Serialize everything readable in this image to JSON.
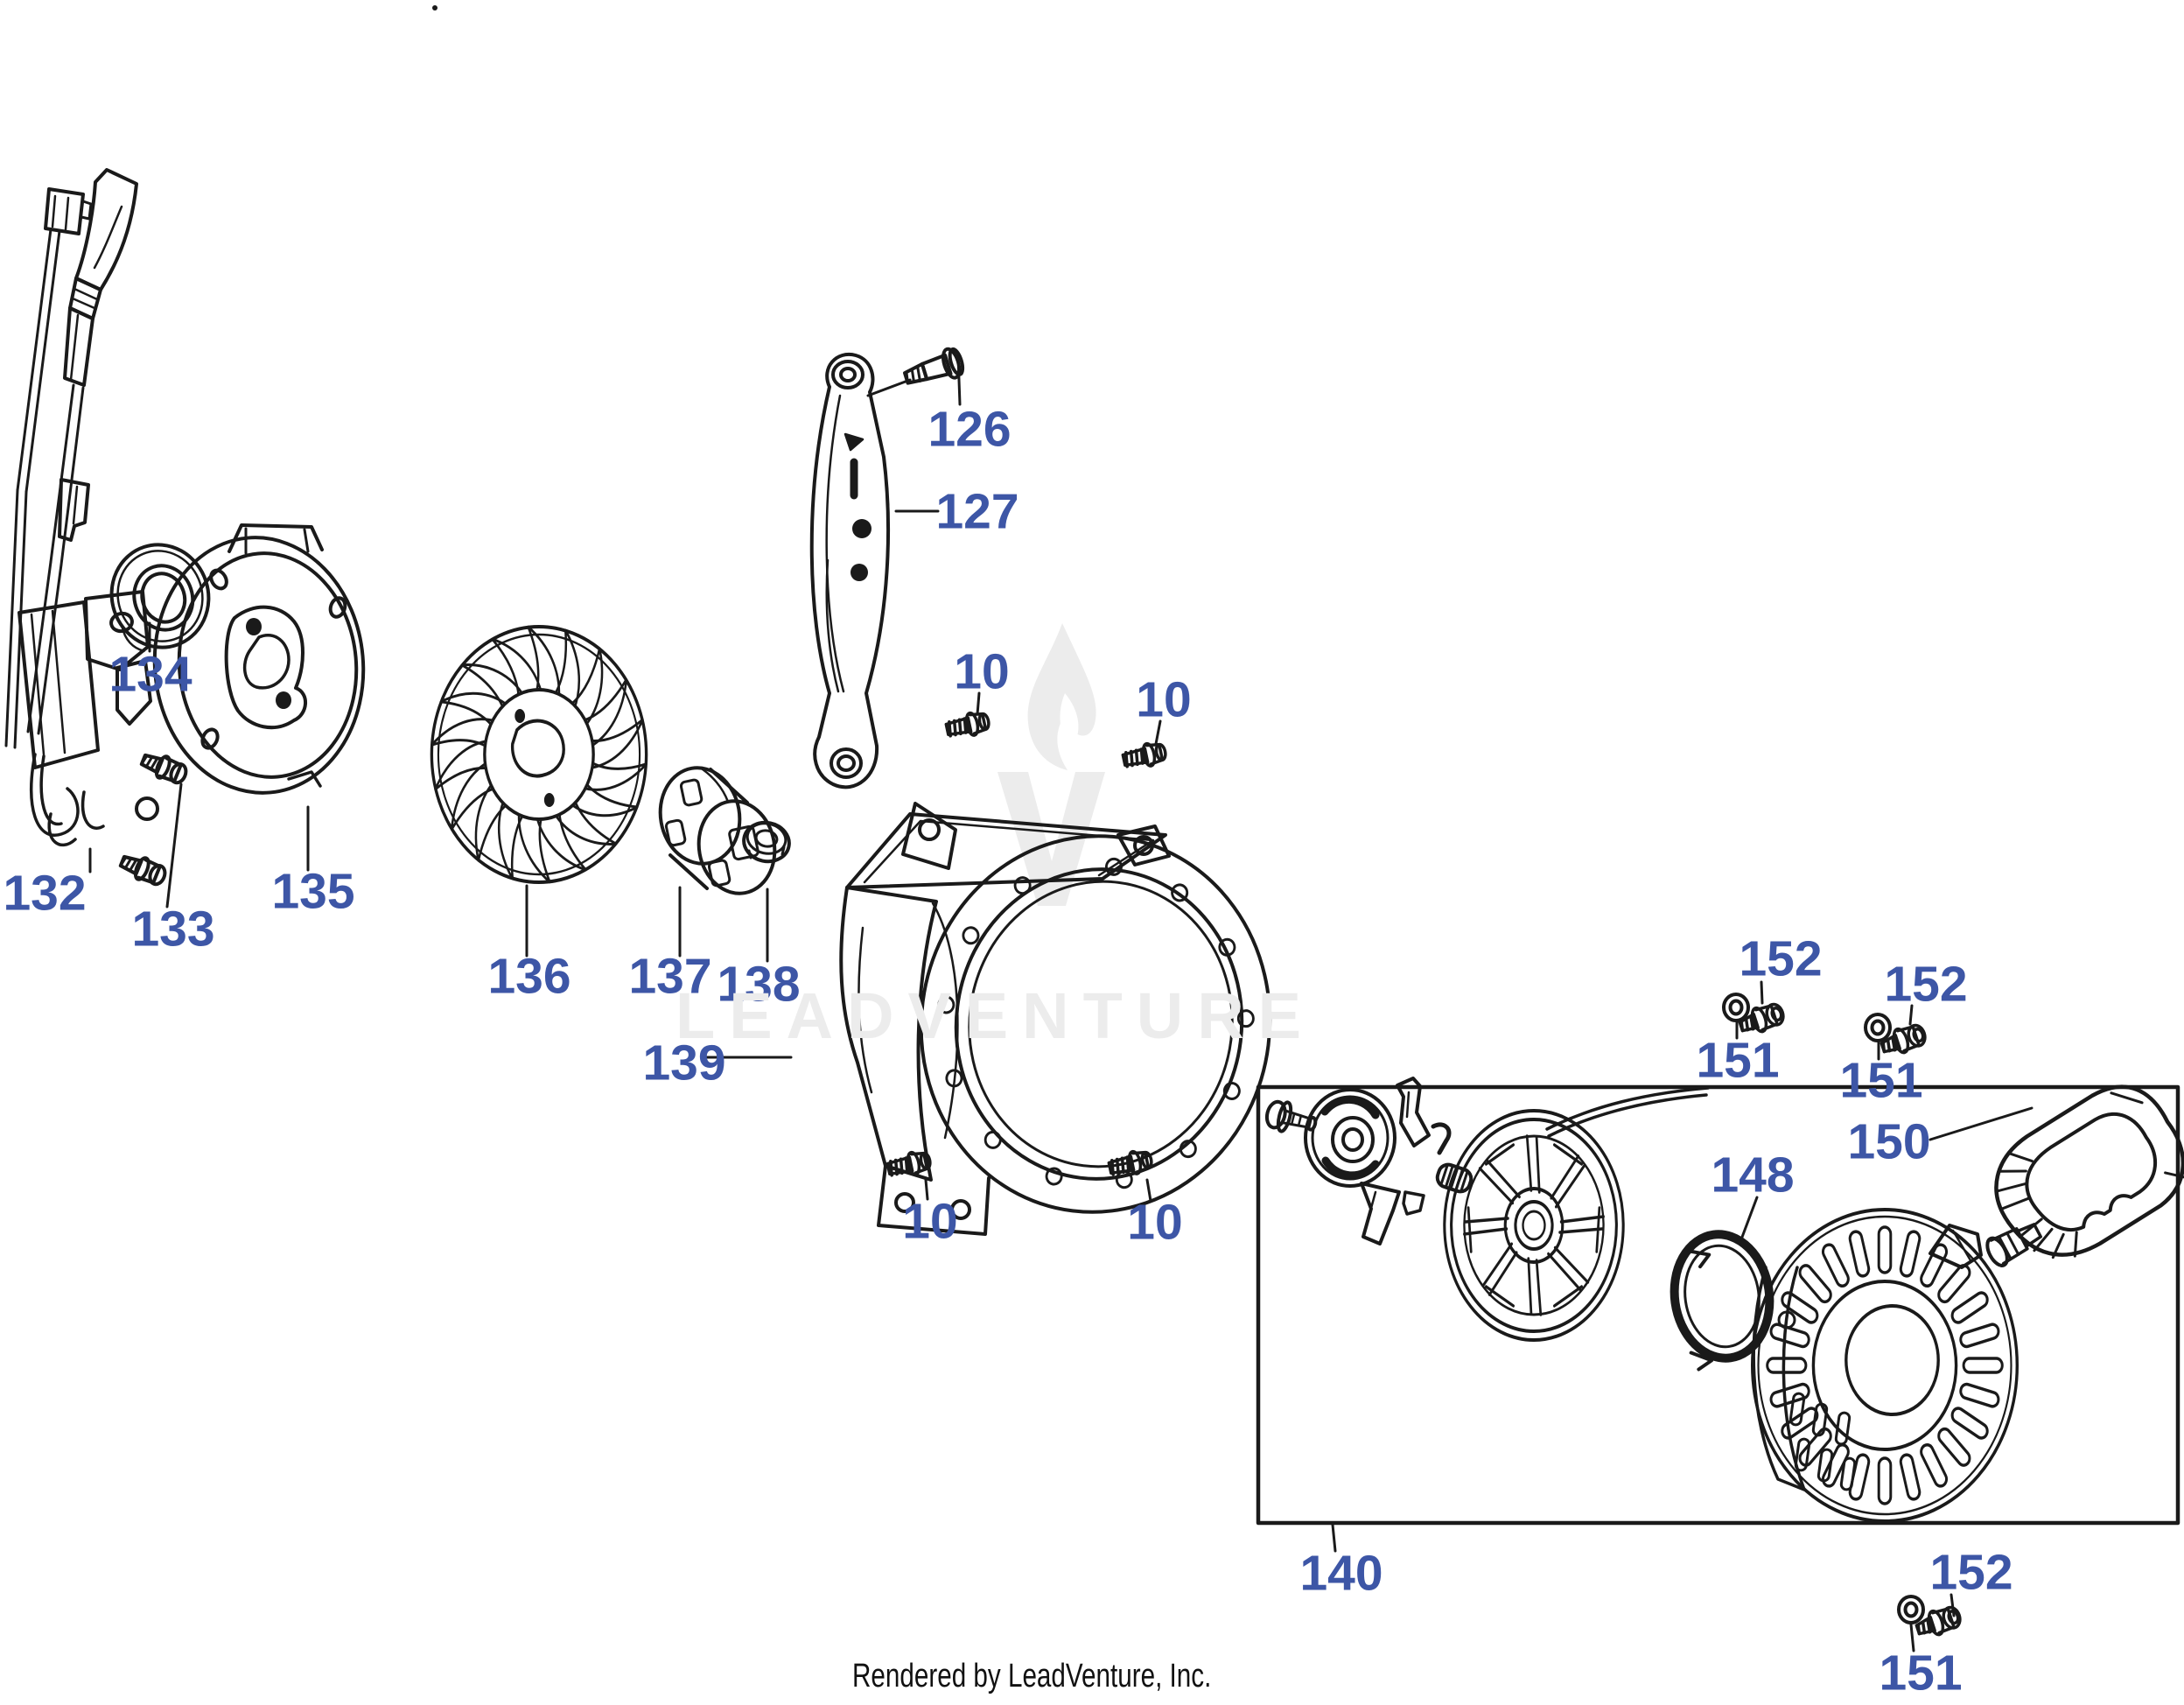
{
  "page": {
    "title": "Engine flywheel and recoil starter parts diagram",
    "label_color": "#3D56A6",
    "line_color": "#1a1a1a",
    "watermark_color": "#ECECEC",
    "background": "#ffffff"
  },
  "watermark": {
    "text": "LEADVENTURE",
    "logo": "leadventure-flame-v-logo"
  },
  "footer": {
    "text": "Rendered by LeadVenture, Inc."
  },
  "callouts": [
    {
      "part": "126",
      "text": "126"
    },
    {
      "part": "127",
      "text": "127"
    },
    {
      "part": "132",
      "text": "132"
    },
    {
      "part": "133",
      "text": "133"
    },
    {
      "part": "134",
      "text": "134"
    },
    {
      "part": "135",
      "text": "135"
    },
    {
      "part": "136",
      "text": "136"
    },
    {
      "part": "137",
      "text": "137"
    },
    {
      "part": "138",
      "text": "138"
    },
    {
      "part": "139",
      "text": "139"
    },
    {
      "part": "10",
      "text": "10"
    },
    {
      "part": "10",
      "text": "10"
    },
    {
      "part": "10",
      "text": "10"
    },
    {
      "part": "10",
      "text": "10"
    },
    {
      "part": "140",
      "text": "140"
    },
    {
      "part": "148",
      "text": "148"
    },
    {
      "part": "150",
      "text": "150"
    },
    {
      "part": "151",
      "text": "151"
    },
    {
      "part": "152",
      "text": "152"
    },
    {
      "part": "151",
      "text": "151"
    },
    {
      "part": "152",
      "text": "152"
    },
    {
      "part": "151",
      "text": "151"
    },
    {
      "part": "152",
      "text": "152"
    }
  ]
}
